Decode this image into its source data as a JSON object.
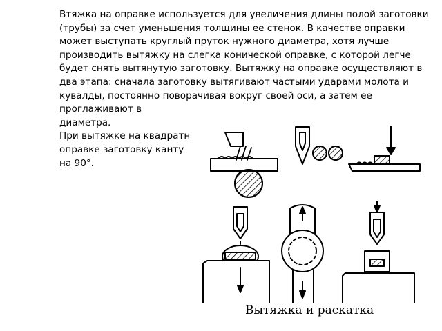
{
  "document": {
    "paragraph_1": "Втяжка на оправке используется для увеличения длины полой заготовки (трубы) за счет уменьшения толщины ее стенок. В качестве оправки может выступать круглый пруток нужного диаметра, хотя лучше производить вытяжку на слегка конической оправке, с которой легче будет снять вытянутую заготовку. Вытяжку на оправке осуществляют в два этапа: сначала заготовку вытягивают частыми ударами молота и кувалды, постоянно поворачивая вокруг своей оси, а затем ее проглаживают в",
    "paragraph_1_end": "диаметра.",
    "paragraph_2_start": "При вытяжке на квадратн",
    "paragraph_2_line2": "оправке заготовку канту",
    "paragraph_2_line3": " на 90°."
  },
  "figure": {
    "caption": "Вытяжка и раскатка"
  }
}
